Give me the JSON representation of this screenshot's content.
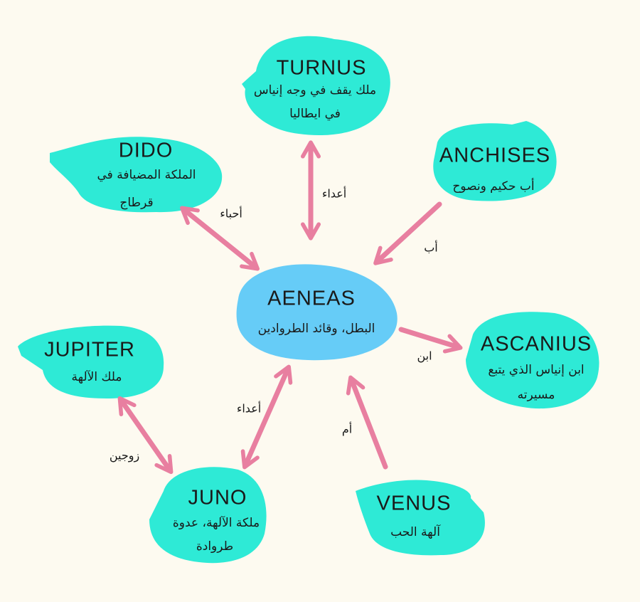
{
  "colors": {
    "background": "#fdfaf0",
    "node": "#2eead6",
    "center": "#66ccf7",
    "arrow": "#e87fa0"
  },
  "nodes": {
    "turnus": {
      "title": "TURNUS",
      "desc": [
        "ملك يقف في وجه إنياس",
        "في ايطاليا"
      ]
    },
    "dido": {
      "title": "DIDO",
      "desc": [
        "الملكة المضيافة في",
        "قرطاج"
      ]
    },
    "anchises": {
      "title": "ANCHISES",
      "desc": [
        "أب حكيم ونصوح"
      ]
    },
    "aeneas": {
      "title": "AENEAS",
      "desc": [
        "البطل، وقائد الطروادين"
      ]
    },
    "ascanius": {
      "title": "ASCANIUS",
      "desc": [
        "ابن إنياس الذي يتبع",
        "مسيرته"
      ]
    },
    "jupiter": {
      "title": "JUPITER",
      "desc": [
        "ملك الآلهة"
      ]
    },
    "juno": {
      "title": "JUNO",
      "desc": [
        "ملكة الآلهة، عدوة",
        "طروادة"
      ]
    },
    "venus": {
      "title": "VENUS",
      "desc": [
        "آلهة الحب"
      ]
    }
  },
  "edges": {
    "turnus_aeneas": "أعداء",
    "dido_aeneas": "أحباء",
    "anchises_aeneas": "أب",
    "aeneas_ascanius": "ابن",
    "jupiter_juno": "زوجين",
    "juno_aeneas": "أعداء",
    "venus_aeneas": "أم"
  }
}
